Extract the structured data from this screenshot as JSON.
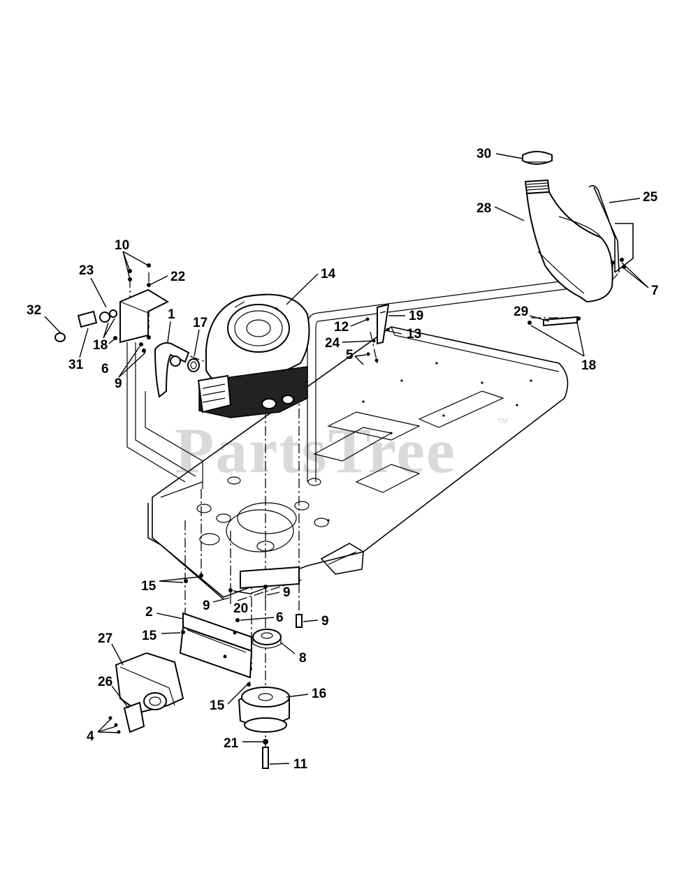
{
  "watermark": {
    "text": "PartsTree",
    "mark": "TM"
  },
  "callouts": [
    {
      "id": "c30",
      "text": "30"
    },
    {
      "id": "c25",
      "text": "25"
    },
    {
      "id": "c28",
      "text": "28"
    },
    {
      "id": "c7",
      "text": "7"
    },
    {
      "id": "c10",
      "text": "10"
    },
    {
      "id": "c23",
      "text": "23"
    },
    {
      "id": "c22",
      "text": "22"
    },
    {
      "id": "c14",
      "text": "14"
    },
    {
      "id": "c32",
      "text": "32"
    },
    {
      "id": "c1",
      "text": "1"
    },
    {
      "id": "c17",
      "text": "17"
    },
    {
      "id": "c19",
      "text": "19"
    },
    {
      "id": "c29",
      "text": "29"
    },
    {
      "id": "c18a",
      "text": "18"
    },
    {
      "id": "c12",
      "text": "12"
    },
    {
      "id": "c13",
      "text": "13"
    },
    {
      "id": "c24",
      "text": "24"
    },
    {
      "id": "c31",
      "text": "31"
    },
    {
      "id": "c6a",
      "text": "6"
    },
    {
      "id": "c5",
      "text": "5"
    },
    {
      "id": "c18b",
      "text": "18"
    },
    {
      "id": "c9a",
      "text": "9"
    },
    {
      "id": "c15a",
      "text": "15"
    },
    {
      "id": "c9b",
      "text": "9"
    },
    {
      "id": "c20",
      "text": "20"
    },
    {
      "id": "c9c",
      "text": "9"
    },
    {
      "id": "c2",
      "text": "2"
    },
    {
      "id": "c6b",
      "text": "6"
    },
    {
      "id": "c9d",
      "text": "9"
    },
    {
      "id": "c27",
      "text": "27"
    },
    {
      "id": "c15b",
      "text": "15"
    },
    {
      "id": "c8",
      "text": "8"
    },
    {
      "id": "c26",
      "text": "26"
    },
    {
      "id": "c16",
      "text": "16"
    },
    {
      "id": "c15c",
      "text": "15"
    },
    {
      "id": "c4",
      "text": "4"
    },
    {
      "id": "c21",
      "text": "21"
    },
    {
      "id": "c11",
      "text": "11"
    }
  ]
}
